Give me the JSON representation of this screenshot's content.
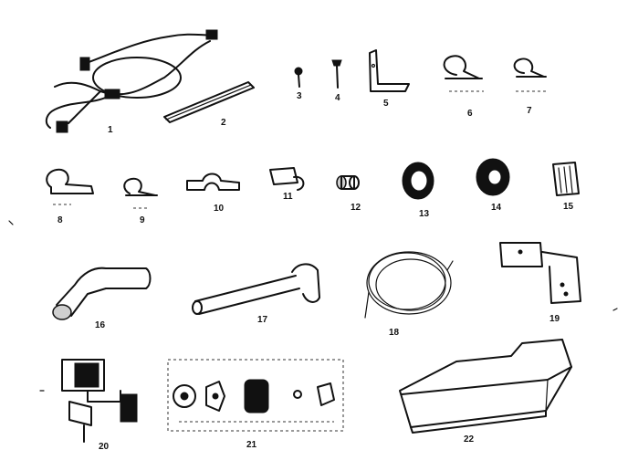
{
  "parts": [
    {
      "id": "wire-harness",
      "label": "1"
    },
    {
      "id": "strip",
      "label": "2"
    },
    {
      "id": "screw",
      "label": "3"
    },
    {
      "id": "bolt",
      "label": "4"
    },
    {
      "id": "angle-bracket",
      "label": "5"
    },
    {
      "id": "clamp-large",
      "label": "6"
    },
    {
      "id": "clamp-medium",
      "label": "7"
    },
    {
      "id": "clamp-flat",
      "label": "8"
    },
    {
      "id": "clamp-small",
      "label": "9"
    },
    {
      "id": "strap-clip",
      "label": "10"
    },
    {
      "id": "clip-plate",
      "label": "11"
    },
    {
      "id": "bushing",
      "label": "12"
    },
    {
      "id": "grommet",
      "label": "13"
    },
    {
      "id": "washer",
      "label": "14"
    },
    {
      "id": "filter-pad",
      "label": "15"
    },
    {
      "id": "elbow-fitting",
      "label": "16"
    },
    {
      "id": "fill-tube",
      "label": "17"
    },
    {
      "id": "tubing-coil",
      "label": "18"
    },
    {
      "id": "mounting-bracket",
      "label": "19"
    },
    {
      "id": "water-valve",
      "label": "20"
    },
    {
      "id": "fitting-kit",
      "label": "21"
    },
    {
      "id": "ice-bin",
      "label": "22"
    }
  ]
}
